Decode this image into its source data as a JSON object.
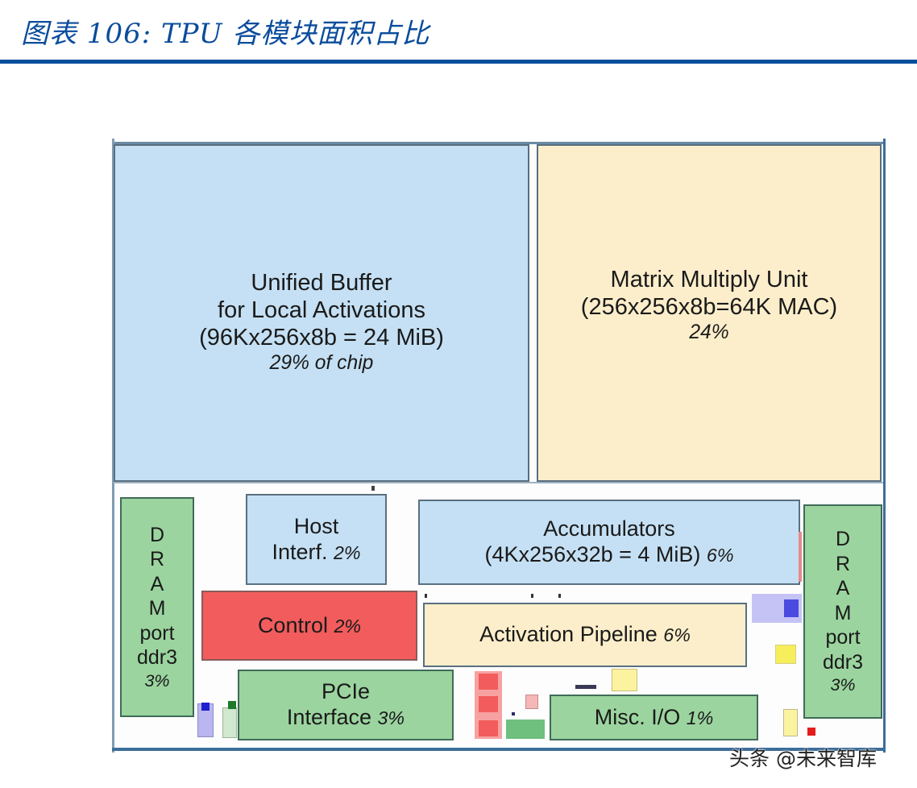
{
  "title": "图表 106:  TPU 各模块面积占比",
  "watermark": "头条 @未来智库",
  "blocks": {
    "unified_buffer": {
      "line1": "Unified Buffer",
      "line2": "for Local Activations",
      "line3": "(96Kx256x8b = 24 MiB)",
      "pct": "29% of chip",
      "color": "#c5e0f4"
    },
    "matrix_multiply": {
      "line1": "Matrix Multiply Unit",
      "line2": "(256x256x8b=64K MAC)",
      "pct": "24%",
      "color": "#fdeecb"
    },
    "dram_left": {
      "letters": [
        "D",
        "R",
        "A",
        "M"
      ],
      "line1": "port",
      "line2": "ddr3",
      "pct": "3%",
      "color": "#9bd49f"
    },
    "dram_right": {
      "letters": [
        "D",
        "R",
        "A",
        "M"
      ],
      "line1": "port",
      "line2": "ddr3",
      "pct": "3%",
      "color": "#9bd49f"
    },
    "host_interface": {
      "line1": "Host",
      "line2": "Interf.",
      "pct": "2%",
      "color": "#c5e0f4"
    },
    "accumulators": {
      "line1": "Accumulators",
      "line2": "(4Kx256x32b = 4 MiB)",
      "pct": "6%",
      "color": "#c5e0f4"
    },
    "control": {
      "line1": "Control",
      "pct": "2%",
      "color": "#f25c5c"
    },
    "activation_pipeline": {
      "line1": "Activation Pipeline",
      "pct": "6%",
      "color": "#fdeecb"
    },
    "pcie_interface": {
      "line1": "PCIe",
      "line2": "Interface",
      "pct": "3%",
      "color": "#9bd49f"
    },
    "misc_io": {
      "line1": "Misc. I/O",
      "pct": "1%",
      "color": "#9bd49f"
    }
  }
}
